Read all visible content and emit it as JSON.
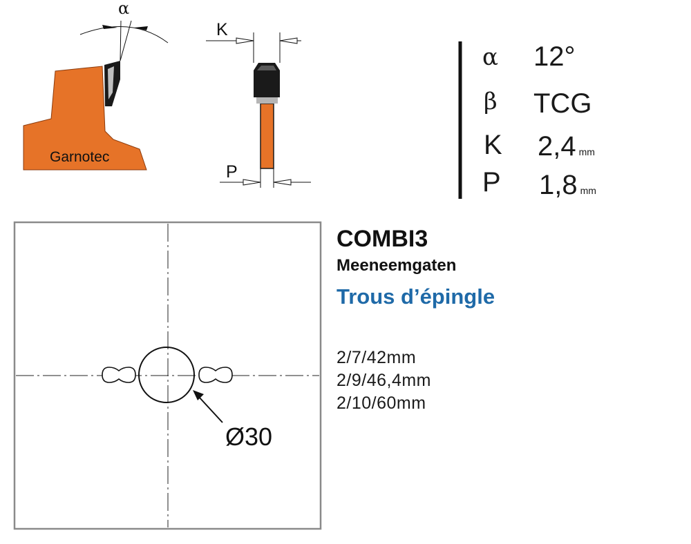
{
  "tooth_figure": {
    "brand_label": "Garnotec",
    "angle_symbol": "α",
    "orange_color": "#e67328",
    "carbide_color": "#1a1a1a"
  },
  "blade_section_figure": {
    "kerf_label": "K",
    "plate_label": "P"
  },
  "specs": [
    {
      "symbol": "α",
      "value": "12°",
      "unit": ""
    },
    {
      "symbol": "β",
      "value": "TCG",
      "unit": ""
    },
    {
      "symbol": "K",
      "value": "2,4",
      "unit": "mm"
    },
    {
      "symbol": "P",
      "value": "1,8",
      "unit": "mm"
    }
  ],
  "product": {
    "name": "COMBI3",
    "subtitle_nl": "Meeneemgaten",
    "subtitle_fr": "Trous d’épingle",
    "subtitle_fr_color": "#1f6aa8"
  },
  "pin_holes": [
    "2/7/42mm",
    "2/9/46,4mm",
    "2/10/60mm"
  ],
  "bore": {
    "label": "Ø30"
  }
}
